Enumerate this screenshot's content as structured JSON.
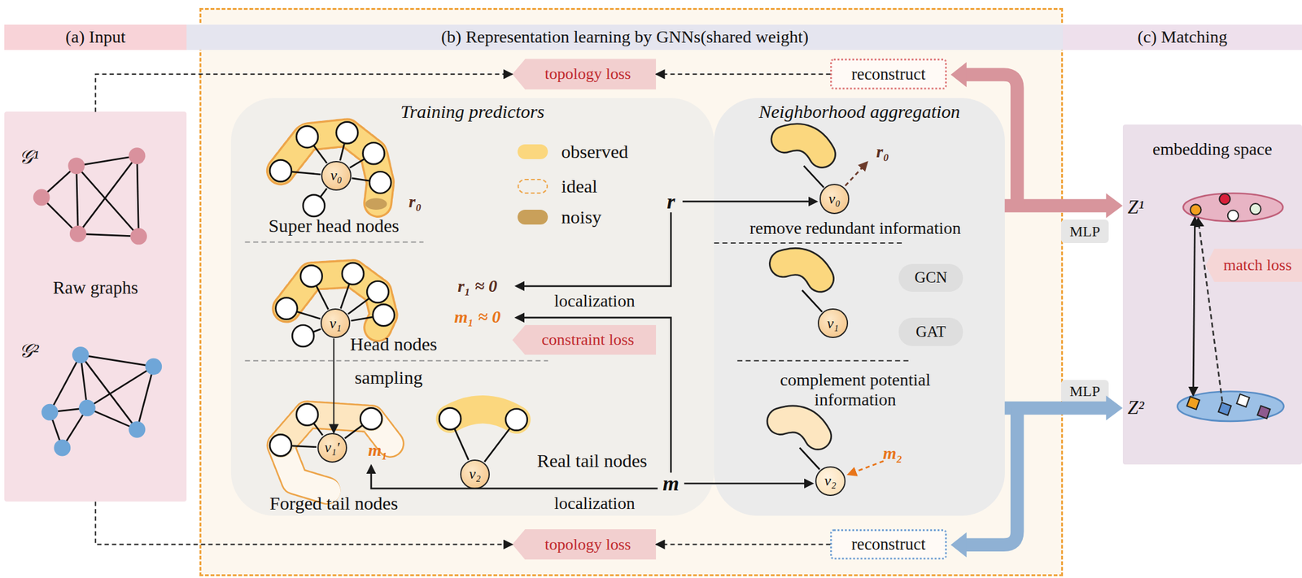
{
  "diagram": {
    "nodes": [
      {
        "text": [
          "(a) Input"
        ]
      },
      {
        "text": [
          "(b) Representation learning by GNNs(shared weight)"
        ]
      },
      {
        "text": [
          "(c) Matching"
        ]
      },
      {
        "text": [
          "topology loss"
        ]
      },
      {
        "text": [
          "reconstruct"
        ]
      },
      {
        "text": [
          "Raw graphs"
        ]
      },
      {
        "text": [
          "Training predictors"
        ]
      },
      {
        "text": [
          "v₀"
        ],
        "in": 6
      },
      {
        "text": [
          "v₁"
        ],
        "in": 6
      },
      {
        "text": [
          "v₁′"
        ],
        "in": 6
      },
      {
        "text": [
          "v₂"
        ],
        "in": 6
      },
      {
        "text": [
          "constraint loss"
        ]
      },
      {
        "text": [
          "Neighborhood aggregation"
        ]
      },
      {
        "text": [
          "v₀"
        ],
        "in": 12
      },
      {
        "text": [
          "GCN"
        ],
        "in": 12
      },
      {
        "text": [
          "GAT"
        ],
        "in": 12
      },
      {
        "text": [
          "v₁"
        ],
        "in": 12
      },
      {
        "text": [
          "v₂"
        ],
        "in": 12
      },
      {
        "text": [
          "embedding space"
        ]
      },
      {
        "text": [
          "match loss"
        ],
        "in": 18
      },
      {
        "text": [
          "MLP"
        ]
      },
      {
        "text": [
          "MLP"
        ]
      },
      {
        "text": [
          "topology loss"
        ]
      },
      {
        "text": [
          "reconstruct"
        ]
      }
    ],
    "edges": [
      {
        "from": 4,
        "to": 3,
        "arrow": "to"
      },
      {
        "from": 23,
        "to": 22,
        "arrow": "to"
      },
      {
        "from": 5,
        "to": 3,
        "arrow": "to"
      },
      {
        "from": 5,
        "to": 22,
        "arrow": "to"
      },
      {
        "from": 8,
        "to": 9,
        "label": "sampling",
        "arrow": "to"
      }
    ],
    "labels": [
      "𝒢¹",
      "𝒢²",
      "r₀",
      "Super head nodes",
      "r",
      "r₁ ≈ 0",
      "localization",
      "m₁ ≈ 0",
      "Head nodes",
      "m₁",
      "Real tail nodes",
      "Forged tail nodes",
      "localization",
      "m",
      "r₀",
      "remove redundant information",
      "complement potential information",
      "m₂",
      "Z¹",
      "Z²"
    ],
    "legend": [
      {
        "text": "observed",
        "color": "#fbd77e"
      },
      {
        "text": "ideal"
      },
      {
        "text": "noisy",
        "color": "#c9a05a"
      }
    ]
  }
}
